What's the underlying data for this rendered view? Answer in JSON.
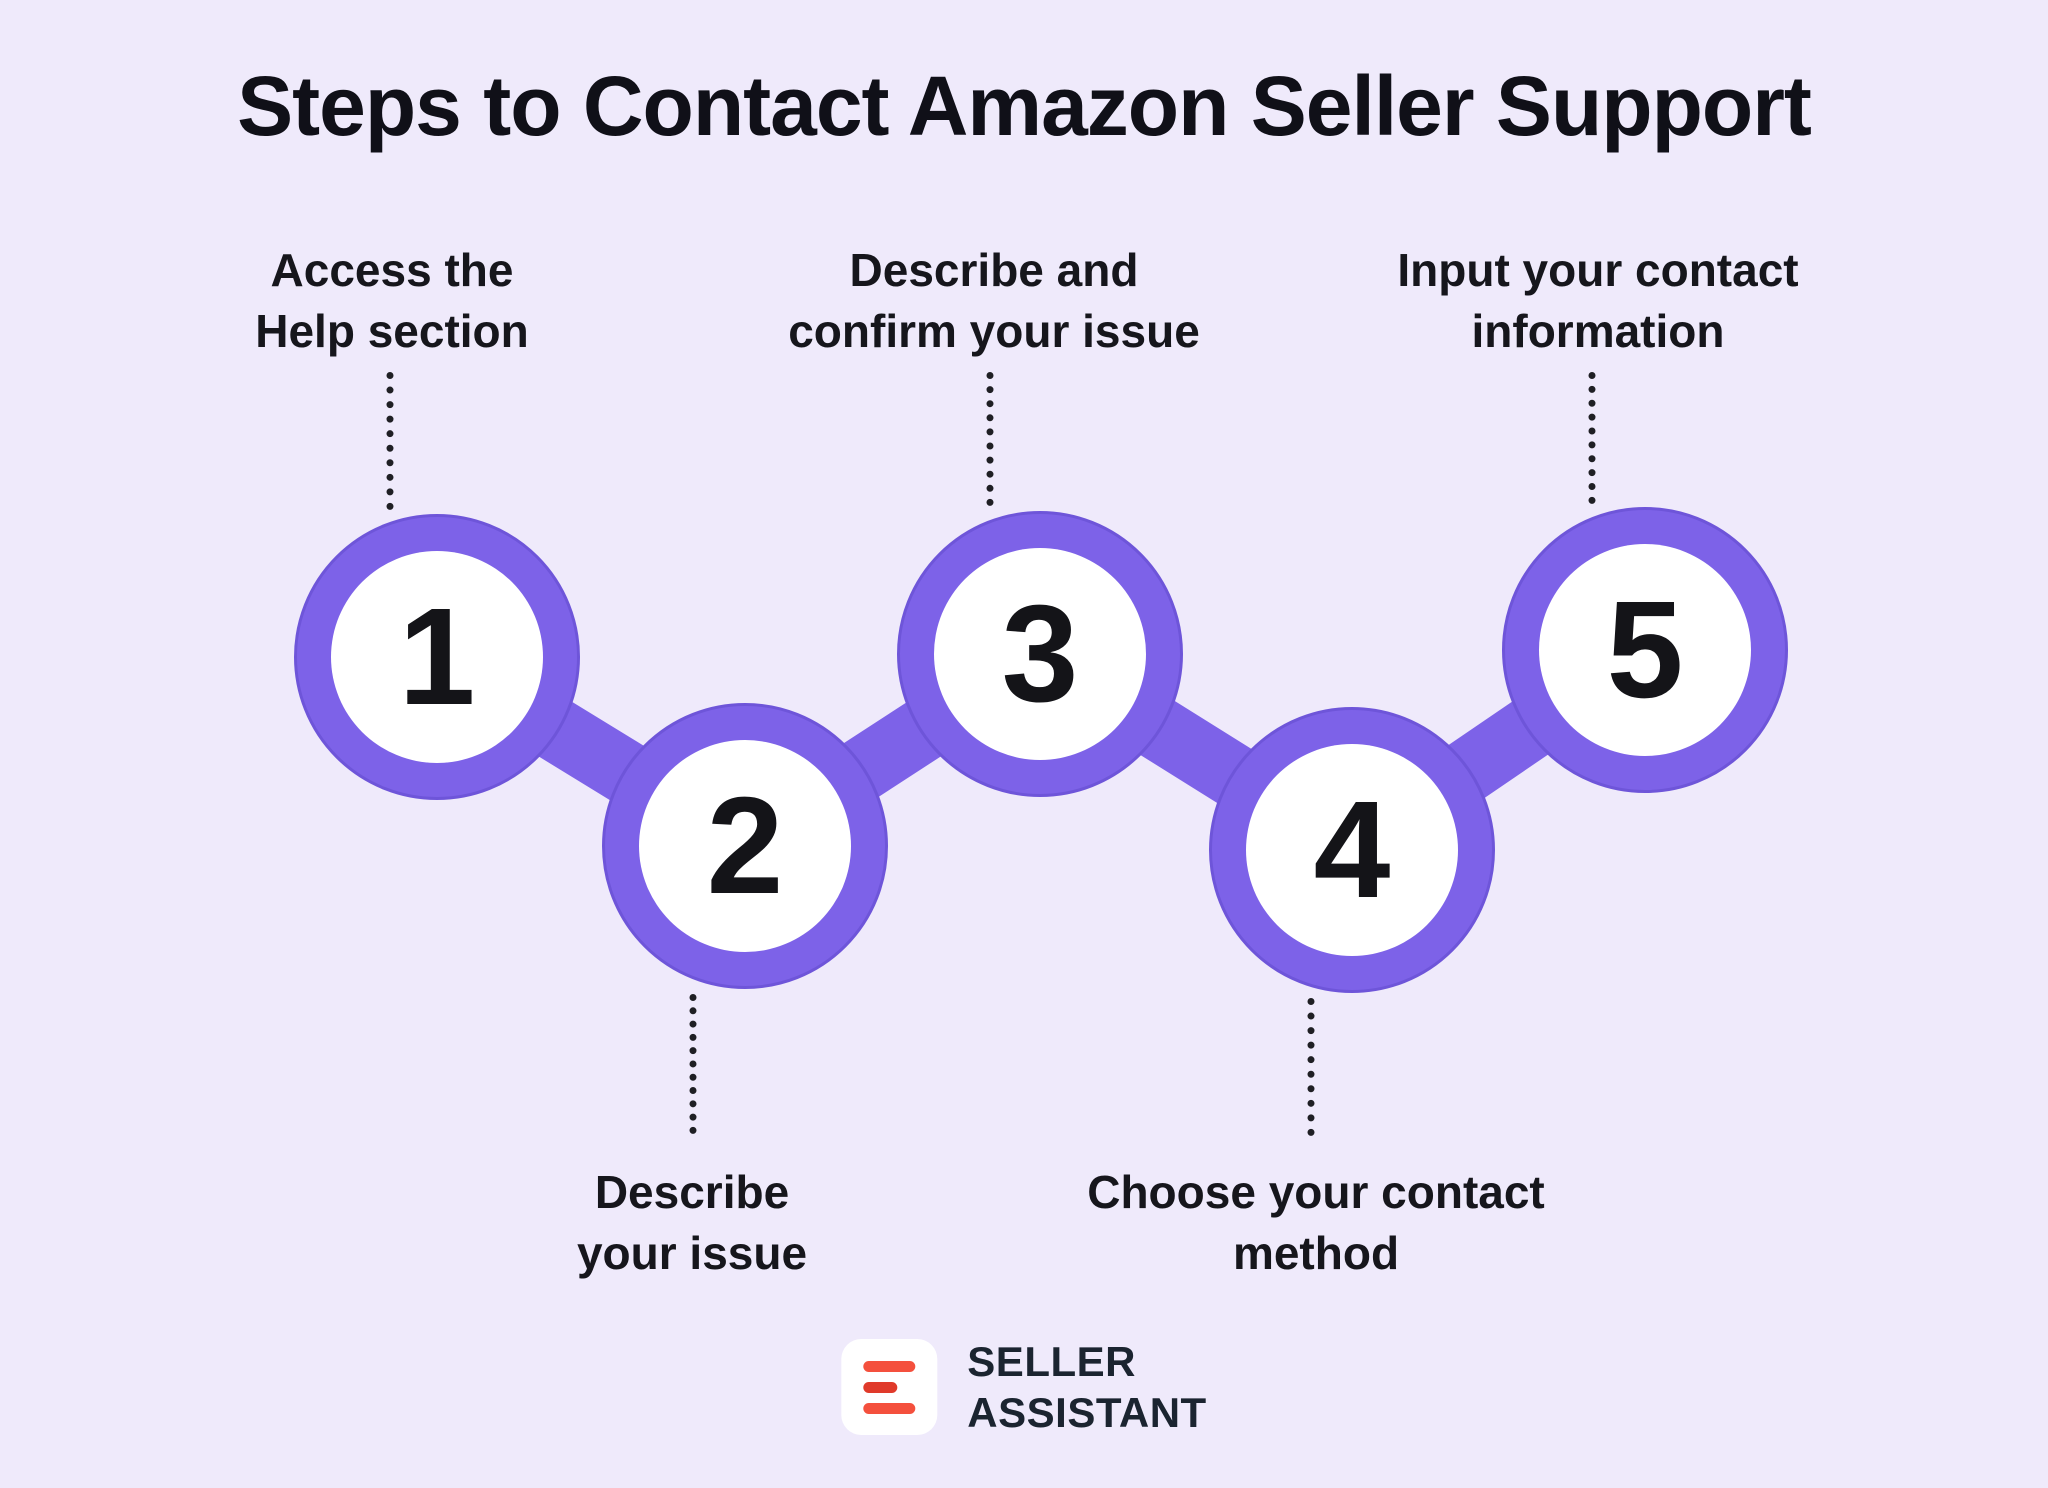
{
  "title": "Steps to Contact Amazon Seller Support",
  "steps": [
    {
      "number": "1",
      "label": "Access the\nHelp section",
      "position": "top"
    },
    {
      "number": "2",
      "label": "Describe\nyour issue",
      "position": "bottom"
    },
    {
      "number": "3",
      "label": "Describe and\nconfirm your issue",
      "position": "top"
    },
    {
      "number": "4",
      "label": "Choose your contact\nmethod",
      "position": "bottom"
    },
    {
      "number": "5",
      "label": "Input your contact\ninformation",
      "position": "top"
    }
  ],
  "logo": {
    "text": "SELLER\nASSISTANT"
  },
  "colors": {
    "background": "#efeafb",
    "circle_purple": "#7d62e8",
    "circle_edge": "#6e55d9",
    "number_black": "#141418",
    "logo_orange": "#f4503d",
    "logo_text": "#1b2430"
  }
}
